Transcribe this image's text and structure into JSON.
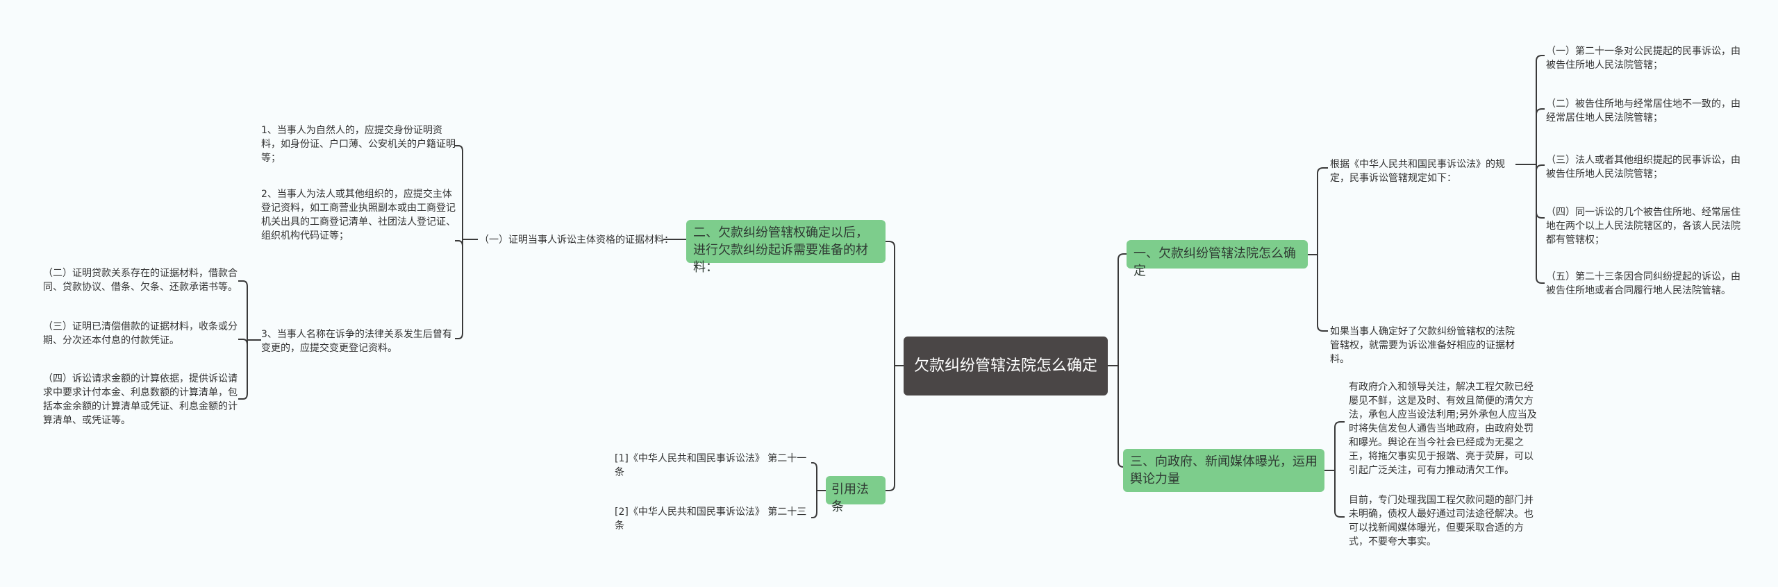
{
  "central": "欠款纠纷管辖法院怎么确定",
  "left": {
    "node2": {
      "label": "二、欠款纠纷管辖权确定以后，进行欠款纠纷起诉需要准备的材料：",
      "sub1": {
        "label": "（一）证明当事人诉讼主体资格的证据材料：",
        "items": [
          "1、当事人为自然人的，应提交身份证明资料，如身份证、户口薄、公安机关的户籍证明等；",
          "2、当事人为法人或其他组织的，应提交主体登记资料，如工商营业执照副本或由工商登记机关出具的工商登记清单、社团法人登记证、组织机构代码证等；",
          "3、当事人名称在诉争的法律关系发生后曾有变更的，应提交变更登记资料。"
        ]
      },
      "others": [
        "（二）证明贷款关系存在的证据材料，借款合同、贷款协议、借条、欠条、还款承诺书等。",
        "（三）证明已清偿借款的证据材料，收条或分期、分次还本付息的付款凭证。",
        "（四）诉讼请求金额的计算依据，提供诉讼请求中要求计付本金、利息数额的计算清单，包括本金余额的计算清单或凭证、利息金额的计算清单、或凭证等。"
      ]
    },
    "refs": {
      "label": "引用法条",
      "items": [
        "[1]《中华人民共和国民事诉讼法》 第二十一条",
        "[2]《中华人民共和国民事诉讼法》 第二十三条"
      ]
    }
  },
  "right": {
    "node1": {
      "label": "一、欠款纠纷管辖法院怎么确定",
      "basis": "根据《中华人民共和国民事诉讼法》的规定，民事诉讼管辖规定如下：",
      "rules": [
        "（一）第二十一条对公民提起的民事诉讼，由被告住所地人民法院管辖；",
        "（二）被告住所地与经常居住地不一致的，由经常居住地人民法院管辖；",
        "（三）法人或者其他组织提起的民事诉讼，由被告住所地人民法院管辖；",
        "（四）同一诉讼的几个被告住所地、经常居住地在两个以上人民法院辖区的，各该人民法院都有管辖权；",
        "（五）第二十三条因合同纠纷提起的诉讼，由被告住所地或者合同履行地人民法院管辖。"
      ],
      "after": "如果当事人确定好了欠款纠纷管辖权的法院管辖权，就需要为诉讼准备好相应的证据材料。"
    },
    "node3": {
      "label": "三、向政府、新闻媒体曝光，运用舆论力量",
      "items": [
        "有政府介入和领导关注，解决工程欠款已经屡见不鲜，这是及时、有效且简便的清欠方法，承包人应当设法利用;另外承包人应当及时将失信发包人通告当地政府，由政府处罚和曝光。舆论在当今社会已经成为无冕之王，将拖欠事实见于报端、亮于荧屏，可以引起广泛关注，可有力推动清欠工作。",
        "目前，专门处理我国工程欠款问题的部门并未明确，债权人最好通过司法途径解决。也可以找新闻媒体曝光，但要采取合适的方式，不要夸大事实。"
      ]
    }
  }
}
